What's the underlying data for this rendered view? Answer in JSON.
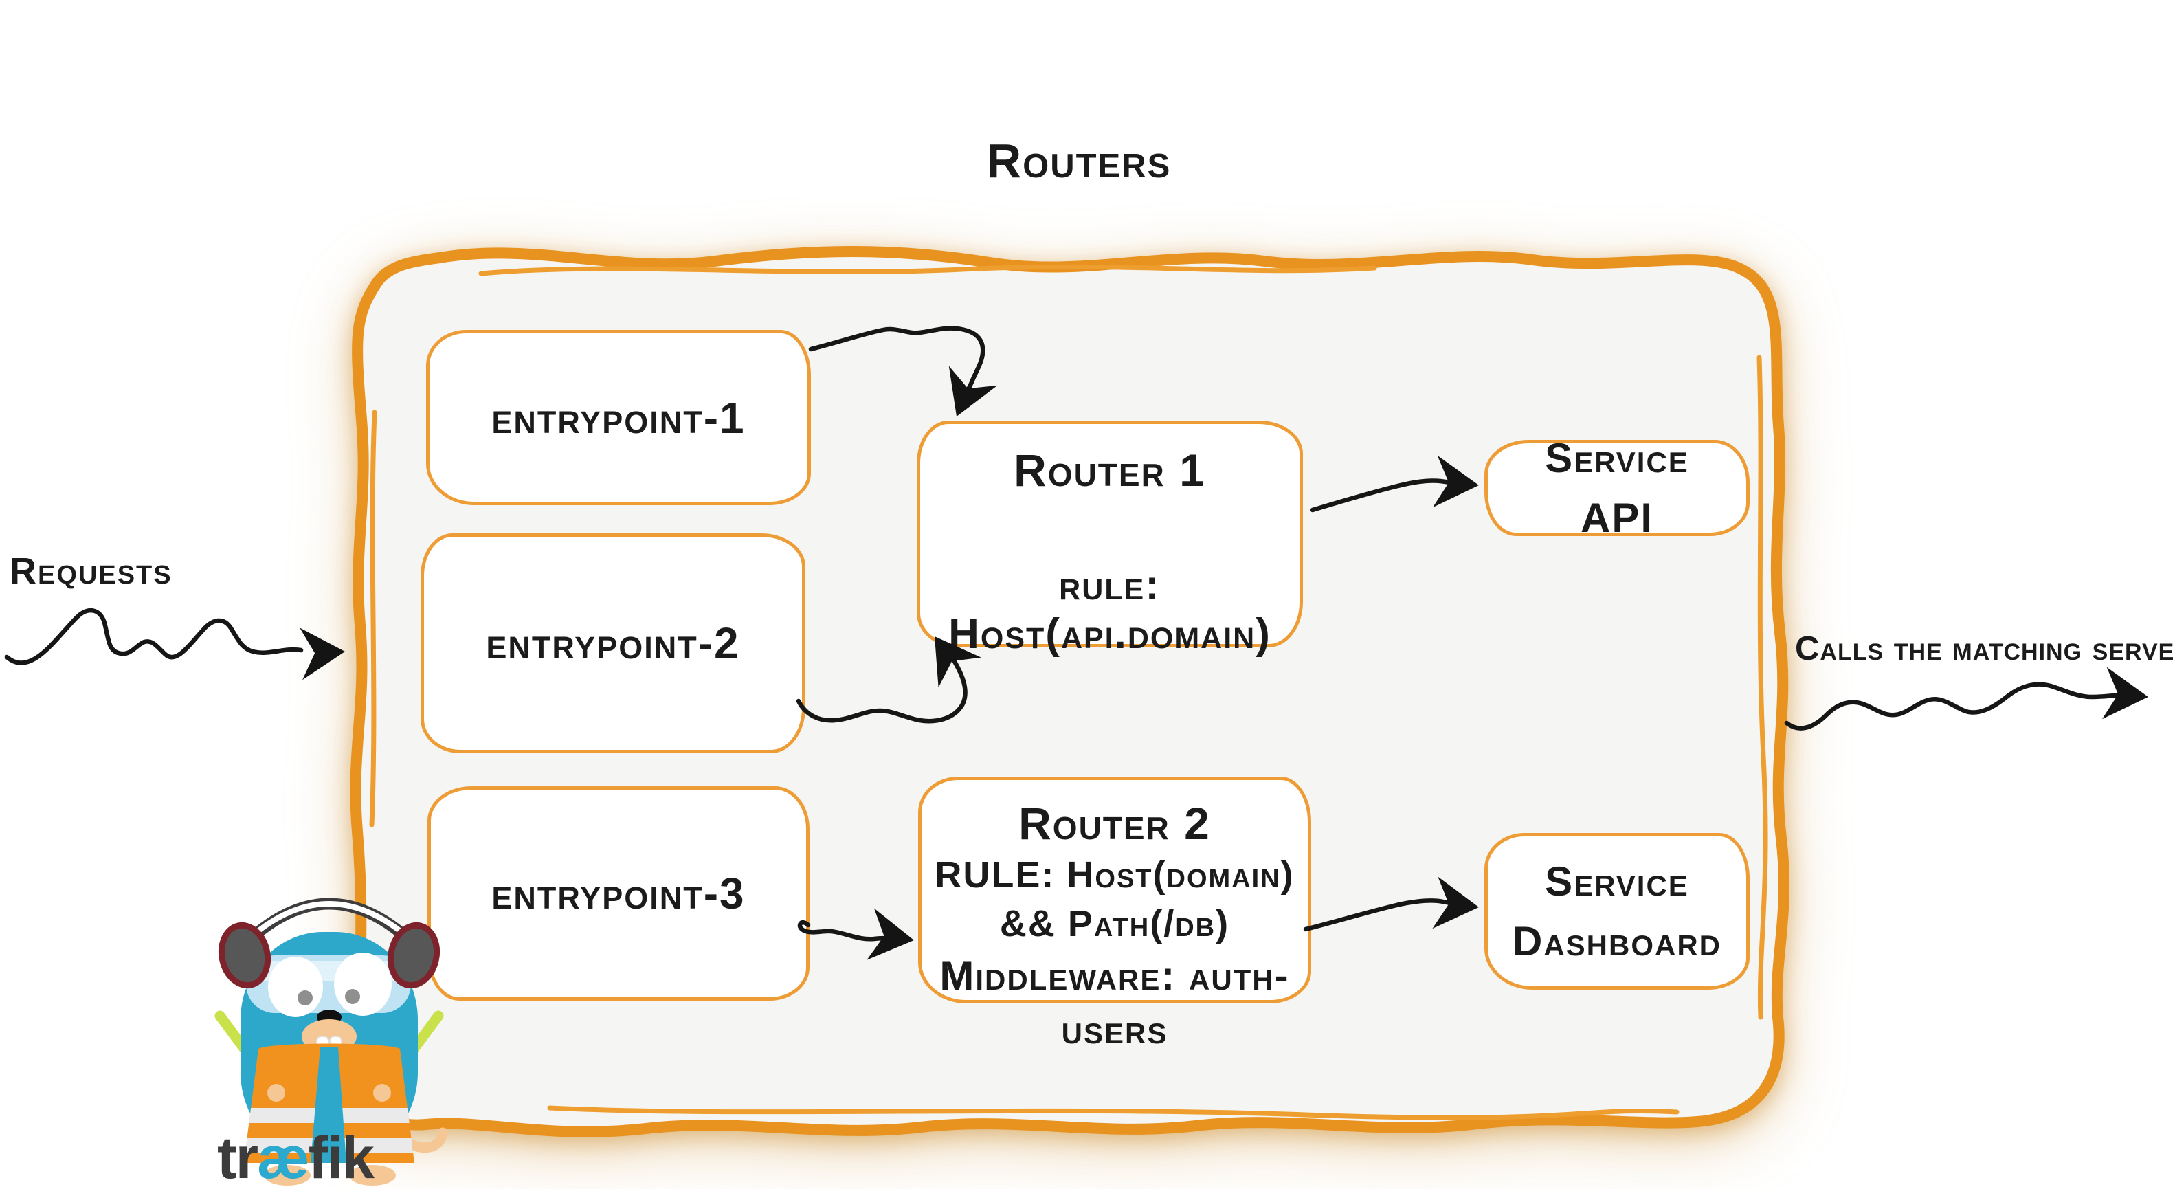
{
  "title": "Routers",
  "side_labels": {
    "requests": "Requests",
    "output": "Calls the matching server"
  },
  "entrypoints": [
    {
      "label": "entrypoint-1"
    },
    {
      "label": "entrypoint-2"
    },
    {
      "label": "entrypoint-3"
    }
  ],
  "routers": [
    {
      "title": "Router 1",
      "rule": "rule: Host(api.domain)"
    },
    {
      "title": "Router 2",
      "rule": "RULE: Host(domain) && Path(/db)",
      "middleware": "Middleware: auth-users"
    }
  ],
  "services": [
    {
      "label": "Service API"
    },
    {
      "label": "Service Dashboard"
    }
  ],
  "logo": {
    "wordmark_tr": "tr",
    "wordmark_ae": "æ",
    "wordmark_fik": "fik"
  },
  "colors": {
    "brush_orange": "#E8921F",
    "box_border_orange": "#EE9C35",
    "container_fill": "#F5F5F3",
    "ink": "#1B1B1B",
    "logo_blue": "#2EA8CA",
    "logo_dark": "#3C3C3C",
    "vest_orange": "#F2921E",
    "baton_green": "#C9E14B",
    "skin_tan": "#F4C795"
  }
}
